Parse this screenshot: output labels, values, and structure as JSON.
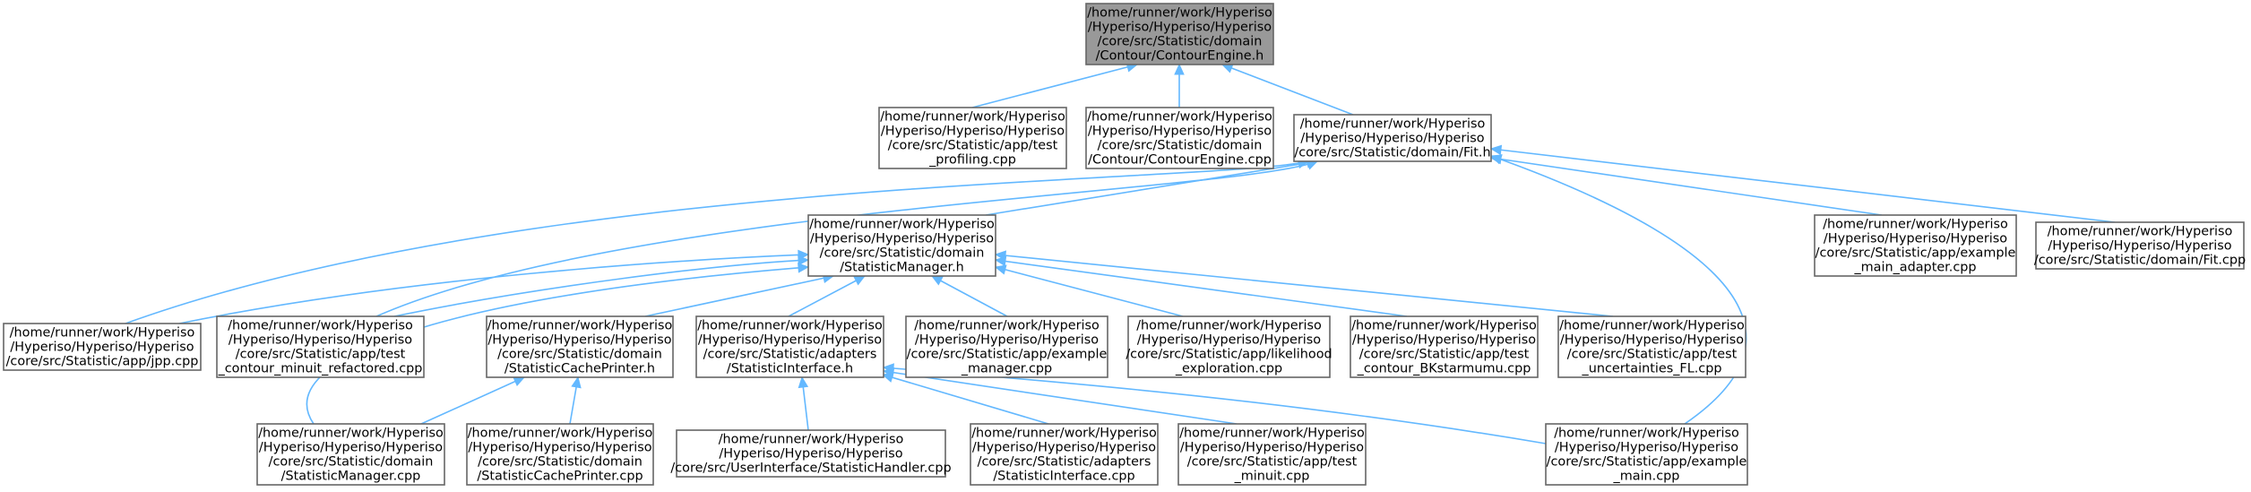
{
  "diagram": {
    "nodes": [
      {
        "id": "contour_engine_h",
        "lines": [
          "/home/runner/work/Hyperiso",
          "/Hyperiso/Hyperiso/Hyperiso",
          "/core/src/Statistic/domain",
          "/Contour/ContourEngine.h"
        ],
        "highlight": true
      },
      {
        "id": "test_profiling_cpp",
        "lines": [
          "/home/runner/work/Hyperiso",
          "/Hyperiso/Hyperiso/Hyperiso",
          "/core/src/Statistic/app/test",
          "_profiling.cpp"
        ]
      },
      {
        "id": "contour_engine_cpp",
        "lines": [
          "/home/runner/work/Hyperiso",
          "/Hyperiso/Hyperiso/Hyperiso",
          "/core/src/Statistic/domain",
          "/Contour/ContourEngine.cpp"
        ]
      },
      {
        "id": "fit_h",
        "lines": [
          "/home/runner/work/Hyperiso",
          "/Hyperiso/Hyperiso/Hyperiso",
          "/core/src/Statistic/domain/Fit.h"
        ]
      },
      {
        "id": "statistic_manager_h",
        "lines": [
          "/home/runner/work/Hyperiso",
          "/Hyperiso/Hyperiso/Hyperiso",
          "/core/src/Statistic/domain",
          "/StatisticManager.h"
        ]
      },
      {
        "id": "example_main_adapter_cpp",
        "lines": [
          "/home/runner/work/Hyperiso",
          "/Hyperiso/Hyperiso/Hyperiso",
          "/core/src/Statistic/app/example",
          "_main_adapter.cpp"
        ]
      },
      {
        "id": "fit_cpp",
        "lines": [
          "/home/runner/work/Hyperiso",
          "/Hyperiso/Hyperiso/Hyperiso",
          "/core/src/Statistic/domain/Fit.cpp"
        ]
      },
      {
        "id": "jpp_cpp",
        "lines": [
          "/home/runner/work/Hyperiso",
          "/Hyperiso/Hyperiso/Hyperiso",
          "/core/src/Statistic/app/jpp.cpp"
        ]
      },
      {
        "id": "test_contour_minuit_refactored_cpp",
        "lines": [
          "/home/runner/work/Hyperiso",
          "/Hyperiso/Hyperiso/Hyperiso",
          "/core/src/Statistic/app/test",
          "_contour_minuit_refactored.cpp"
        ]
      },
      {
        "id": "statistic_cache_printer_h",
        "lines": [
          "/home/runner/work/Hyperiso",
          "/Hyperiso/Hyperiso/Hyperiso",
          "/core/src/Statistic/domain",
          "/StatisticCachePrinter.h"
        ]
      },
      {
        "id": "statistic_interface_h",
        "lines": [
          "/home/runner/work/Hyperiso",
          "/Hyperiso/Hyperiso/Hyperiso",
          "/core/src/Statistic/adapters",
          "/StatisticInterface.h"
        ]
      },
      {
        "id": "example_manager_cpp",
        "lines": [
          "/home/runner/work/Hyperiso",
          "/Hyperiso/Hyperiso/Hyperiso",
          "/core/src/Statistic/app/example",
          "_manager.cpp"
        ]
      },
      {
        "id": "likelihood_exploration_cpp",
        "lines": [
          "/home/runner/work/Hyperiso",
          "/Hyperiso/Hyperiso/Hyperiso",
          "/core/src/Statistic/app/likelihood",
          "_exploration.cpp"
        ]
      },
      {
        "id": "test_contour_bkstarmumu_cpp",
        "lines": [
          "/home/runner/work/Hyperiso",
          "/Hyperiso/Hyperiso/Hyperiso",
          "/core/src/Statistic/app/test",
          "_contour_BKstarmumu.cpp"
        ]
      },
      {
        "id": "test_uncertainties_fl_cpp",
        "lines": [
          "/home/runner/work/Hyperiso",
          "/Hyperiso/Hyperiso/Hyperiso",
          "/core/src/Statistic/app/test",
          "_uncertainties_FL.cpp"
        ]
      },
      {
        "id": "statistic_manager_cpp",
        "lines": [
          "/home/runner/work/Hyperiso",
          "/Hyperiso/Hyperiso/Hyperiso",
          "/core/src/Statistic/domain",
          "/StatisticManager.cpp"
        ]
      },
      {
        "id": "statistic_cache_printer_cpp",
        "lines": [
          "/home/runner/work/Hyperiso",
          "/Hyperiso/Hyperiso/Hyperiso",
          "/core/src/Statistic/domain",
          "/StatisticCachePrinter.cpp"
        ]
      },
      {
        "id": "statistic_handler_cpp",
        "lines": [
          "/home/runner/work/Hyperiso",
          "/Hyperiso/Hyperiso/Hyperiso",
          "/core/src/UserInterface/StatisticHandler.cpp"
        ]
      },
      {
        "id": "statistic_interface_cpp",
        "lines": [
          "/home/runner/work/Hyperiso",
          "/Hyperiso/Hyperiso/Hyperiso",
          "/core/src/Statistic/adapters",
          "/StatisticInterface.cpp"
        ]
      },
      {
        "id": "test_minuit_cpp",
        "lines": [
          "/home/runner/work/Hyperiso",
          "/Hyperiso/Hyperiso/Hyperiso",
          "/core/src/Statistic/app/test",
          "_minuit.cpp"
        ]
      },
      {
        "id": "example_main_cpp",
        "lines": [
          "/home/runner/work/Hyperiso",
          "/Hyperiso/Hyperiso/Hyperiso",
          "/core/src/Statistic/app/example",
          "_main.cpp"
        ]
      }
    ],
    "edges": [
      {
        "from": "test_profiling_cpp",
        "to": "contour_engine_h"
      },
      {
        "from": "contour_engine_cpp",
        "to": "contour_engine_h"
      },
      {
        "from": "fit_h",
        "to": "contour_engine_h"
      },
      {
        "from": "statistic_manager_h",
        "to": "fit_h"
      },
      {
        "from": "example_main_adapter_cpp",
        "to": "fit_h"
      },
      {
        "from": "fit_cpp",
        "to": "fit_h"
      },
      {
        "from": "jpp_cpp",
        "to": "fit_h"
      },
      {
        "from": "test_contour_minuit_refactored_cpp",
        "to": "fit_h"
      },
      {
        "from": "example_main_cpp",
        "to": "fit_h"
      },
      {
        "from": "jpp_cpp",
        "to": "statistic_manager_h"
      },
      {
        "from": "test_contour_minuit_refactored_cpp",
        "to": "statistic_manager_h"
      },
      {
        "from": "statistic_cache_printer_h",
        "to": "statistic_manager_h"
      },
      {
        "from": "statistic_interface_h",
        "to": "statistic_manager_h"
      },
      {
        "from": "example_manager_cpp",
        "to": "statistic_manager_h"
      },
      {
        "from": "likelihood_exploration_cpp",
        "to": "statistic_manager_h"
      },
      {
        "from": "test_contour_bkstarmumu_cpp",
        "to": "statistic_manager_h"
      },
      {
        "from": "test_uncertainties_fl_cpp",
        "to": "statistic_manager_h"
      },
      {
        "from": "statistic_manager_cpp",
        "to": "statistic_manager_h"
      },
      {
        "from": "statistic_manager_cpp",
        "to": "statistic_cache_printer_h"
      },
      {
        "from": "statistic_cache_printer_cpp",
        "to": "statistic_cache_printer_h"
      },
      {
        "from": "statistic_handler_cpp",
        "to": "statistic_interface_h"
      },
      {
        "from": "statistic_interface_cpp",
        "to": "statistic_interface_h"
      },
      {
        "from": "test_minuit_cpp",
        "to": "statistic_interface_h"
      },
      {
        "from": "example_main_cpp",
        "to": "statistic_interface_h"
      }
    ]
  },
  "colors": {
    "highlight_fill": "#999999",
    "node_fill": "#ffffff",
    "node_border": "#666666",
    "edge": "#63b8ff",
    "text": "#000000"
  }
}
